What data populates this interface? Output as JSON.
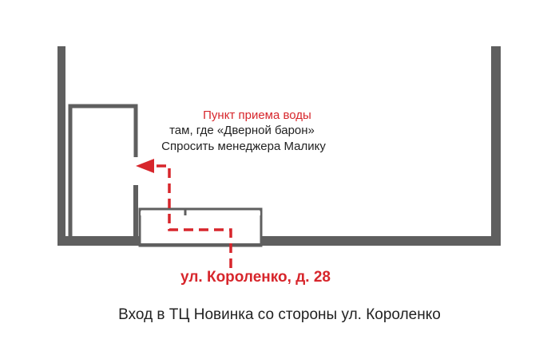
{
  "colors": {
    "wall": "#5f5f5f",
    "accent": "#d7262c",
    "text": "#222222"
  },
  "point": {
    "title": "Пункт приема воды",
    "where": "там, где «Дверной барон»",
    "ask": "Спросить менеджера Малику"
  },
  "street_label": "ул. Короленко, д. 28",
  "caption": "Вход в ТЦ Новинка со стороны ул. Короленко"
}
